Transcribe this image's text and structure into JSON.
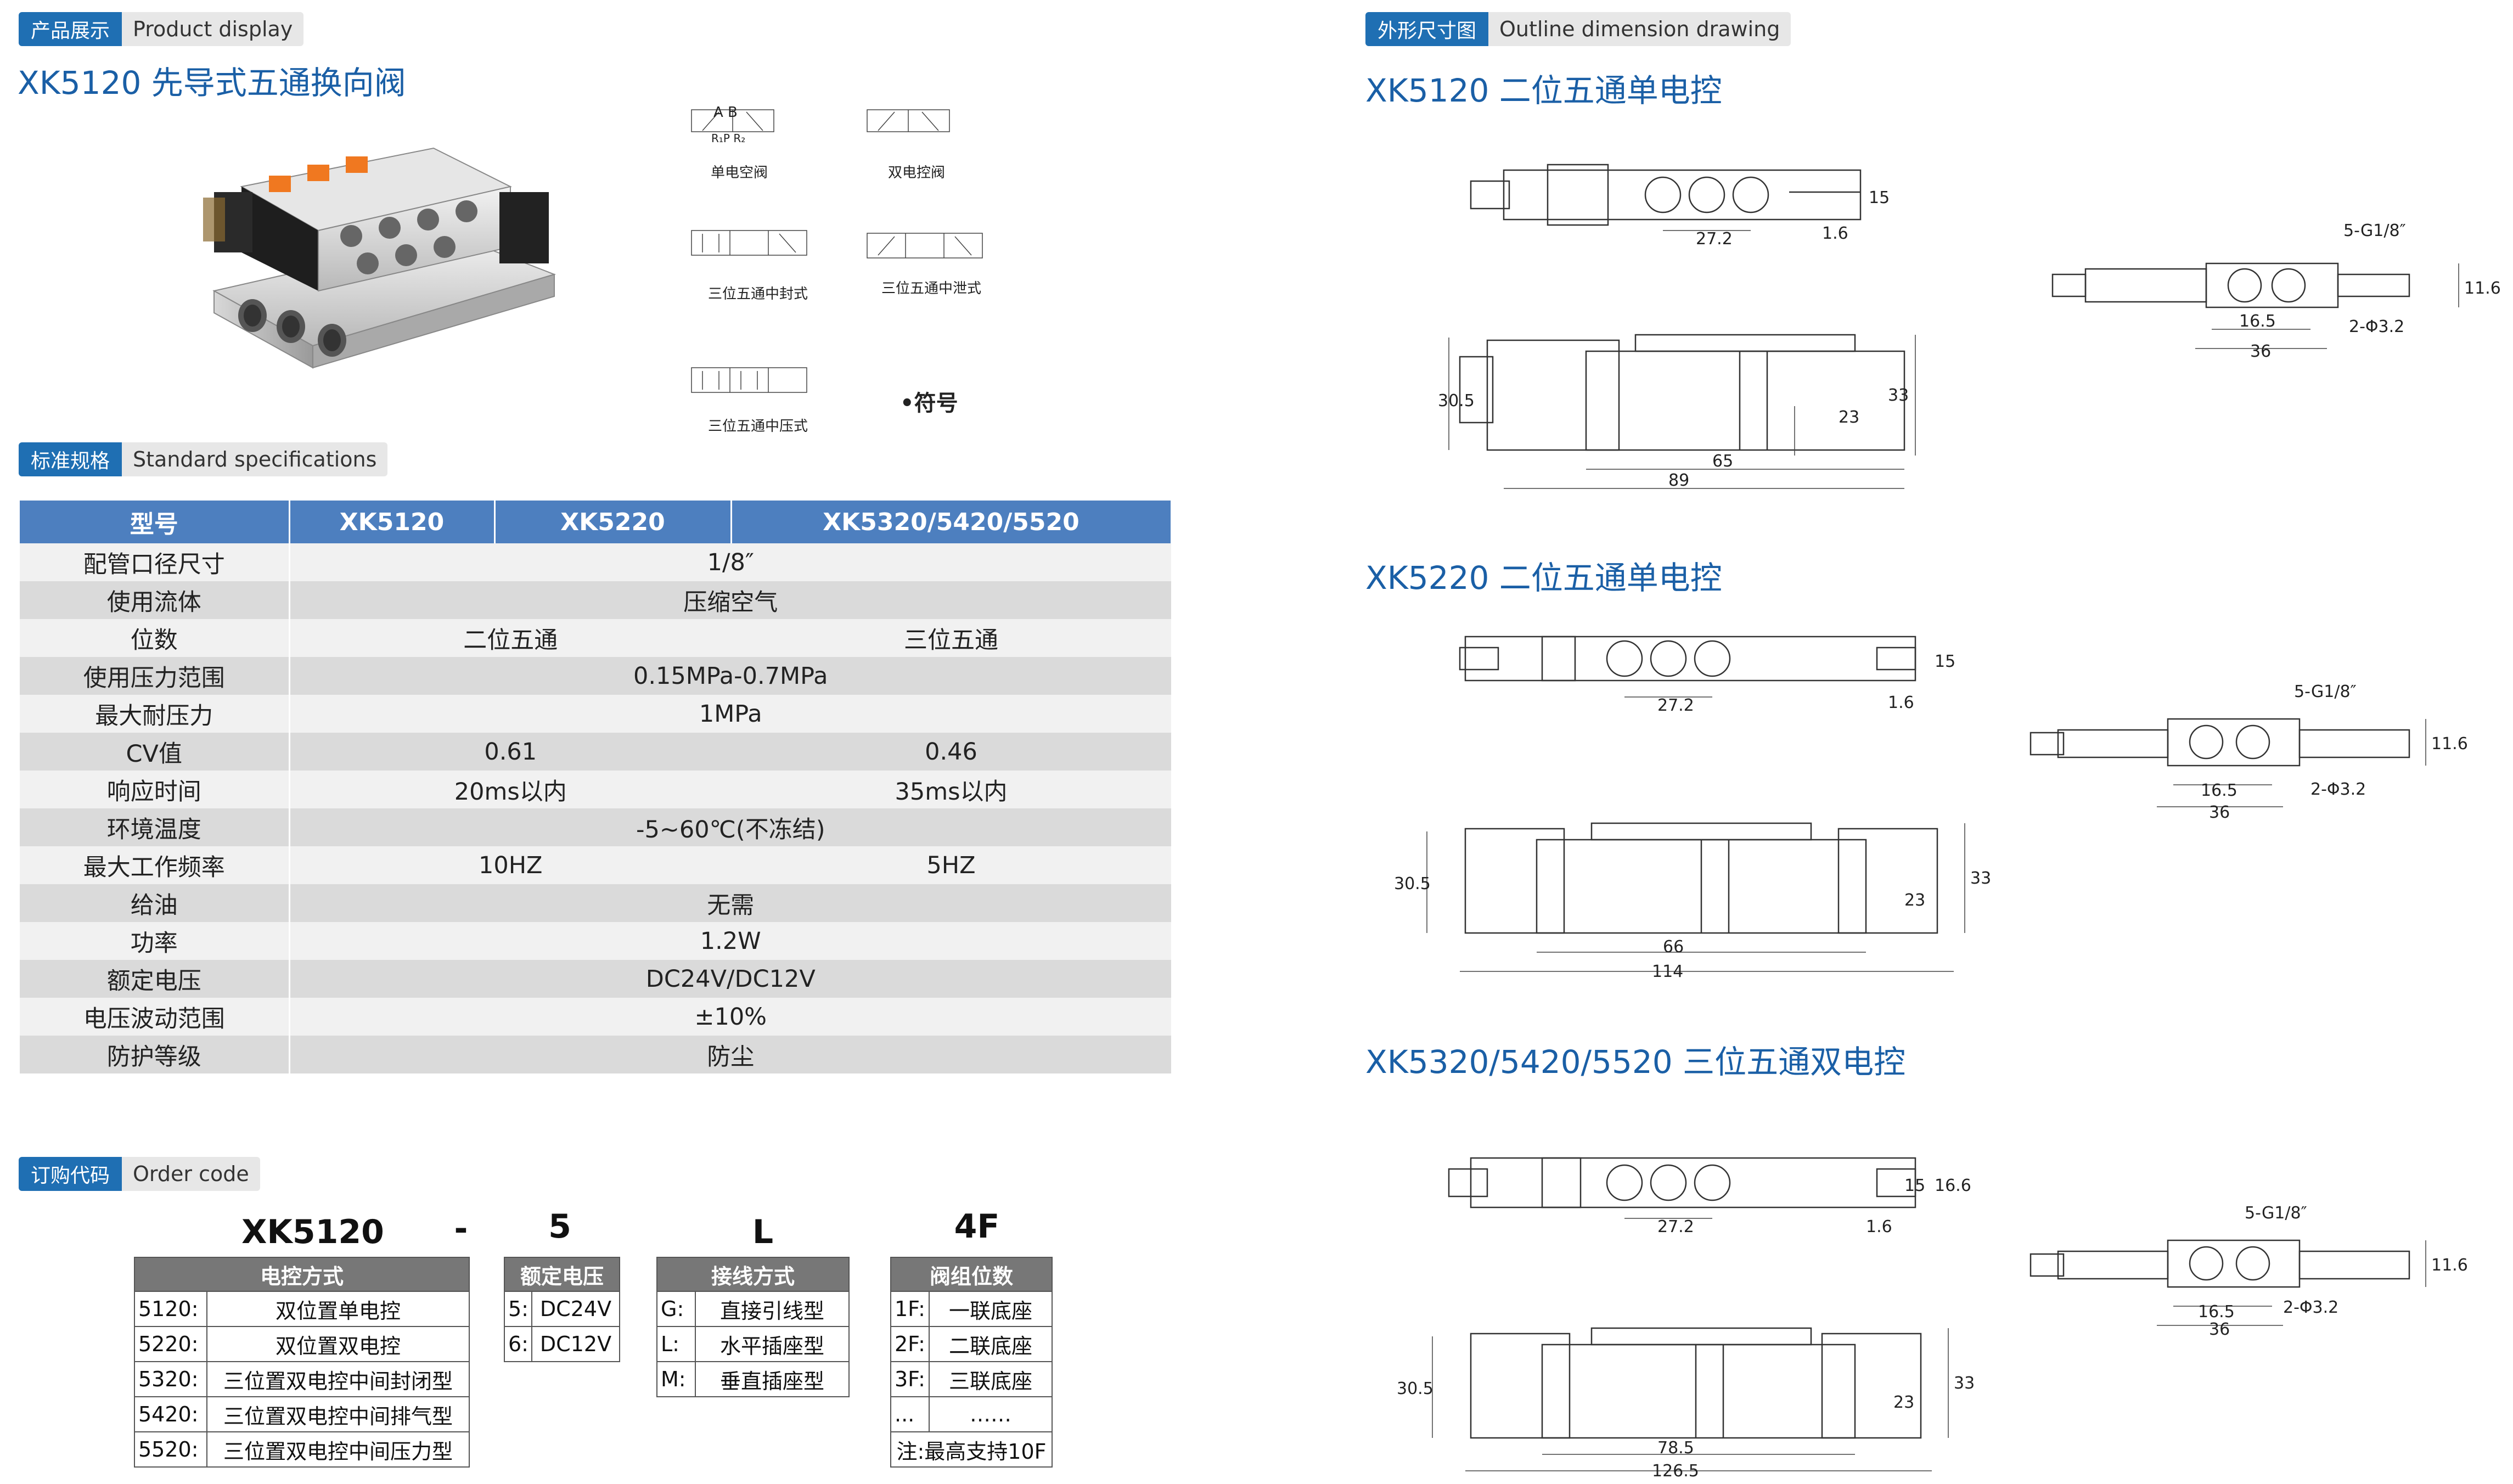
{
  "sections": {
    "product": {
      "cn": "产品展示",
      "en": "Product display"
    },
    "spec": {
      "cn": "标准规格",
      "en": "Standard specifications"
    },
    "order": {
      "cn": "订购代码",
      "en": "Order code"
    },
    "outline": {
      "cn": "外形尺寸图",
      "en": "Outline dimension drawing"
    }
  },
  "product_title": "XK5120 先导式五通换向阀",
  "symbols": {
    "items": [
      "单电空阀",
      "双电控阀",
      "三位五通中封式",
      "三位五通中泄式",
      "三位五通中压式"
    ],
    "port_top": "A B",
    "port_bottom": "R₁P R₂",
    "legend": "•符号"
  },
  "spec_table": {
    "headers": [
      "型号",
      "XK5120",
      "XK5220",
      "XK5320/5420/5520"
    ],
    "rows": [
      {
        "label": "配管口径尺寸",
        "cells": [
          "1/8″"
        ]
      },
      {
        "label": "使用流体",
        "cells": [
          "压缩空气"
        ]
      },
      {
        "label": "位数",
        "cells": [
          "二位五通",
          "三位五通"
        ]
      },
      {
        "label": "使用压力范围",
        "cells": [
          "0.15MPa-0.7MPa"
        ]
      },
      {
        "label": "最大耐压力",
        "cells": [
          "1MPa"
        ]
      },
      {
        "label": "CV值",
        "cells": [
          "0.61",
          "0.46"
        ]
      },
      {
        "label": "响应时间",
        "cells": [
          "20ms以内",
          "35ms以内"
        ]
      },
      {
        "label": "环境温度",
        "cells": [
          "-5~60℃(不冻结)"
        ]
      },
      {
        "label": "最大工作频率",
        "cells": [
          "10HZ",
          "5HZ"
        ]
      },
      {
        "label": "给油",
        "cells": [
          "无需"
        ]
      },
      {
        "label": "功率",
        "cells": [
          "1.2W"
        ]
      },
      {
        "label": "额定电压",
        "cells": [
          "DC24V/DC12V"
        ]
      },
      {
        "label": "电压波动范围",
        "cells": [
          "±10%"
        ]
      },
      {
        "label": "防护等级",
        "cells": [
          "防尘"
        ]
      }
    ]
  },
  "order_code": {
    "model": "XK5120",
    "dash": "-",
    "voltage_code": "5",
    "wiring_code": "L",
    "station_code": "4F",
    "control": {
      "header": "电控方式",
      "rows": [
        [
          "5120:",
          "双位置单电控"
        ],
        [
          "5220:",
          "双位置双电控"
        ],
        [
          "5320:",
          "三位置双电控中间封闭型"
        ],
        [
          "5420:",
          "三位置双电控中间排气型"
        ],
        [
          "5520:",
          "三位置双电控中间压力型"
        ]
      ]
    },
    "voltage": {
      "header": "额定电压",
      "rows": [
        [
          "5:",
          "DC24V"
        ],
        [
          "6:",
          "DC12V"
        ]
      ]
    },
    "wiring": {
      "header": "接线方式",
      "rows": [
        [
          "G:",
          "直接引线型"
        ],
        [
          "L:",
          "水平插座型"
        ],
        [
          "M:",
          "垂直插座型"
        ]
      ]
    },
    "stations": {
      "header": "阀组位数",
      "rows": [
        [
          "1F:",
          "一联底座"
        ],
        [
          "2F:",
          "二联底座"
        ],
        [
          "3F:",
          "三联底座"
        ],
        [
          "...",
          "……"
        ]
      ],
      "note": "注:最高支持10F"
    }
  },
  "outline": {
    "d1": {
      "title": "XK5120  二位五通单电控",
      "dims": {
        "pitch": "27.2",
        "w15": "15",
        "h16": "1.6",
        "h305": "30.5",
        "h23": "23",
        "h33": "33",
        "l65": "65",
        "l89": "89",
        "port": "5-G1/8″",
        "hole": "2-Φ3.2",
        "l165": "16.5",
        "l36": "36",
        "w116": "11.6"
      }
    },
    "d2": {
      "title": "XK5220  二位五通单电控",
      "dims": {
        "pitch": "27.2",
        "w15": "15",
        "h16": "1.6",
        "h305": "30.5",
        "h23": "23",
        "h33": "33",
        "l65": "66",
        "l89": "114",
        "port": "5-G1/8″",
        "hole": "2-Φ3.2",
        "l165": "16.5",
        "l36": "36",
        "w116": "11.6"
      }
    },
    "d3": {
      "title": "XK5320/5420/5520 三位五通双电控",
      "dims": {
        "pitch": "27.2",
        "w15": "15",
        "w166": "16.6",
        "h16": "1.6",
        "h305": "30.5",
        "h23": "23",
        "h33": "33",
        "l65": "78.5",
        "l89": "126.5",
        "port": "5-G1/8″",
        "hole": "2-Φ3.2",
        "l165": "16.5",
        "l36": "36",
        "w116": "11.6"
      }
    }
  }
}
